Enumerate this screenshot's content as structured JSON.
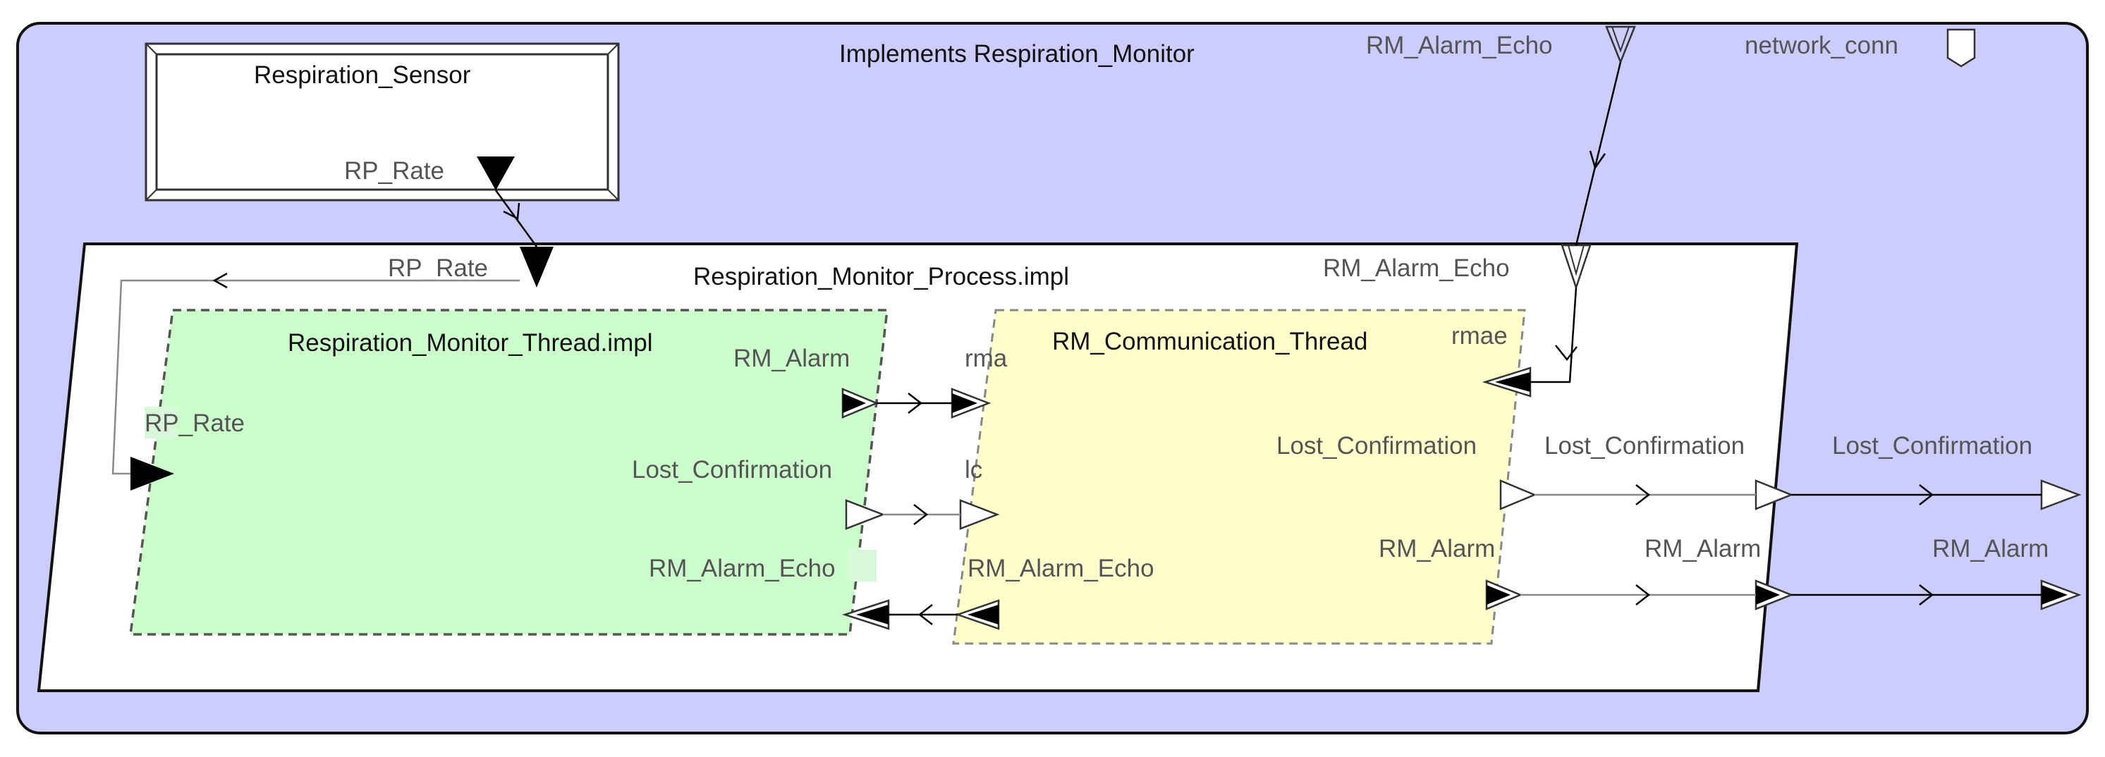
{
  "system": {
    "title": "Implements Respiration_Monitor",
    "ports": {
      "rm_alarm_echo": "RM_Alarm_Echo",
      "network_conn": "network_conn",
      "lost_confirmation": "Lost_Confirmation",
      "rm_alarm": "RM_Alarm"
    }
  },
  "sensor": {
    "title": "Respiration_Sensor",
    "port": "RP_Rate"
  },
  "process": {
    "title": "Respiration_Monitor_Process.impl",
    "ports": {
      "rp_rate": "RP_Rate",
      "rm_alarm_echo": "RM_Alarm_Echo",
      "lost_confirmation": "Lost_Confirmation",
      "rm_alarm": "RM_Alarm"
    }
  },
  "monitor_thread": {
    "title": "Respiration_Monitor_Thread.impl",
    "ports": {
      "rp_rate": "RP_Rate",
      "rm_alarm": "RM_Alarm",
      "lost_confirmation": "Lost_Confirmation",
      "rm_alarm_echo": "RM_Alarm_Echo"
    }
  },
  "comm_thread": {
    "title": "RM_Communication_Thread",
    "ports": {
      "rma": "rma",
      "lc": "lc",
      "rmae": "rmae",
      "rm_alarm_echo_in": "RM_Alarm_Echo",
      "lost_confirmation": "Lost_Confirmation",
      "rm_alarm": "RM_Alarm"
    }
  },
  "colors": {
    "system_fill": "#ccccff",
    "process_fill": "#ffffff",
    "monitor_thread_fill": "#ccffcc",
    "comm_thread_fill": "#ffffcc",
    "label_highlight": "#d9f7d9",
    "sensor_fill": "#ffffff"
  }
}
